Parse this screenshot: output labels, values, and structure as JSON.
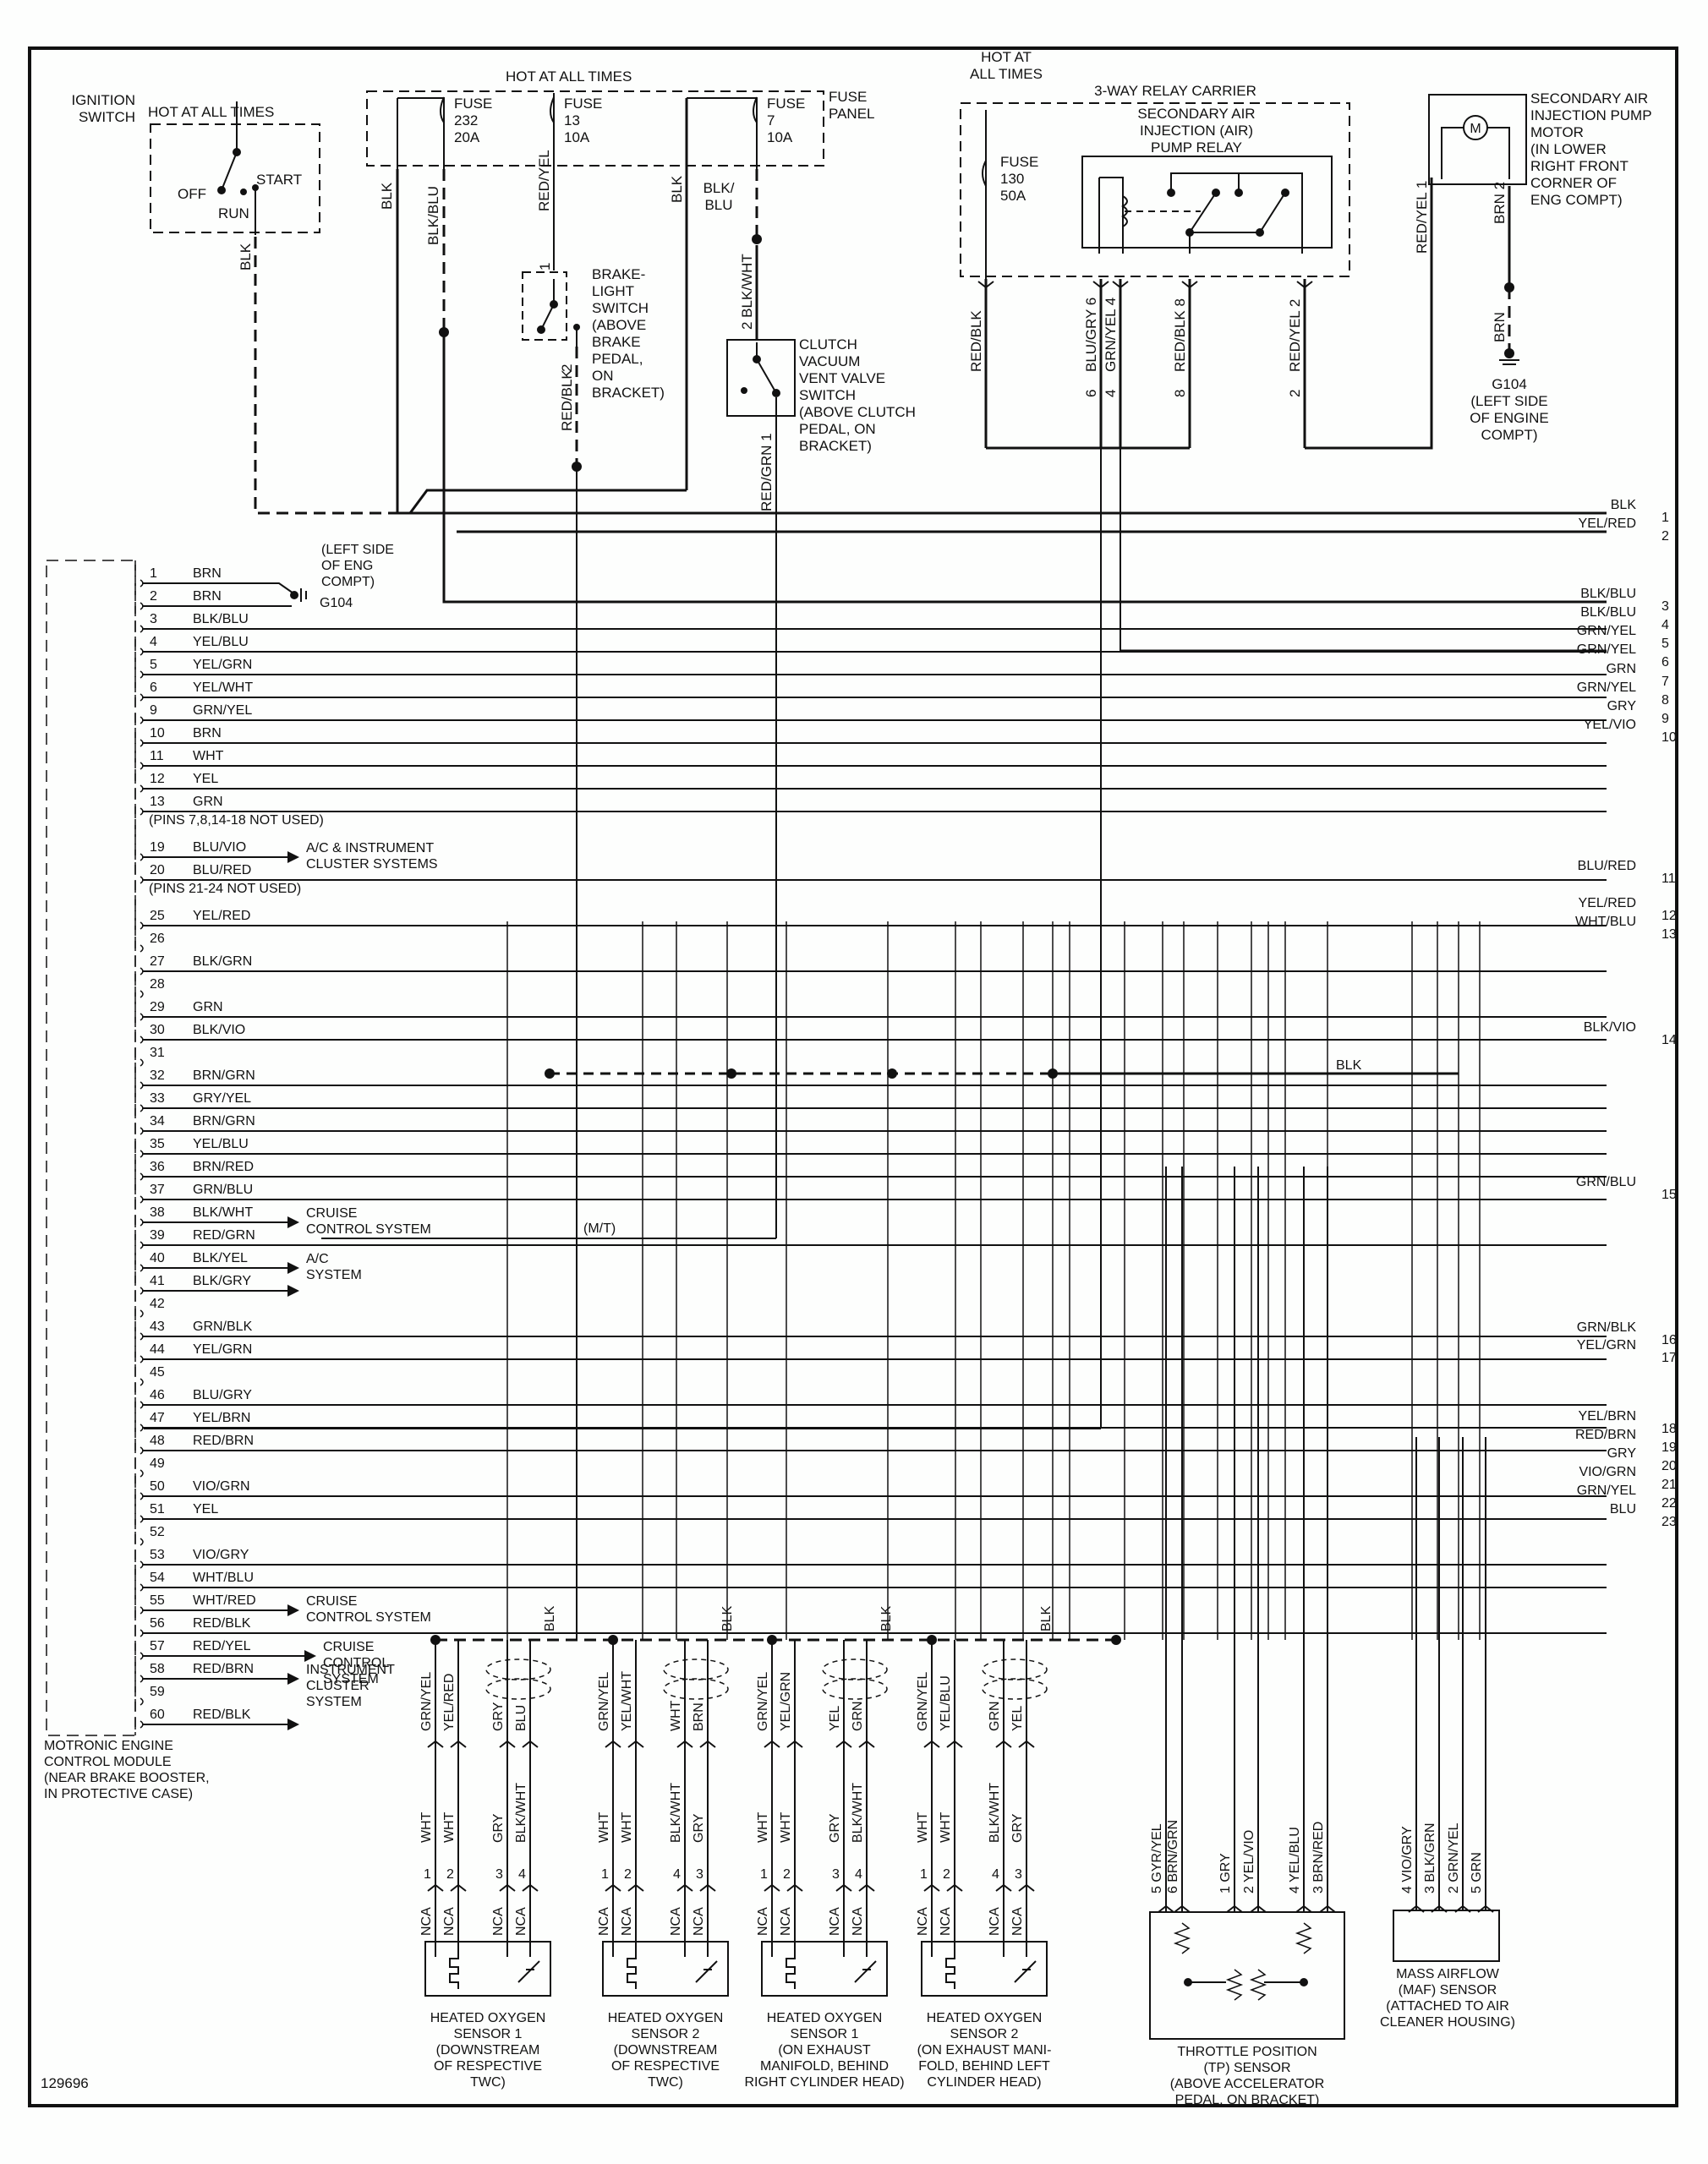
{
  "diagram_id": "129696",
  "top": {
    "ignition_switch": {
      "label": [
        "IGNITION",
        "SWITCH"
      ],
      "hot": "HOT AT ALL TIMES",
      "positions": [
        "OFF",
        "RUN",
        "START"
      ],
      "wire": "BLK"
    },
    "fuse_panel": {
      "hot": "HOT AT ALL TIMES",
      "label": [
        "FUSE",
        "PANEL"
      ],
      "fuses": [
        {
          "name": "FUSE",
          "number": "232",
          "rating": "20A",
          "wires": [
            "BLK",
            "BLK/BLU"
          ]
        },
        {
          "name": "FUSE",
          "number": "13",
          "rating": "10A",
          "wires": [
            "RED/YEL"
          ]
        },
        {
          "name": "FUSE",
          "number": "7",
          "rating": "10A",
          "wires": [
            "BLK",
            "BLK/ BLU"
          ]
        }
      ]
    },
    "brake_switch": {
      "label": [
        "BRAKE-",
        "LIGHT",
        "SWITCH",
        "(ABOVE",
        "BRAKE",
        "PEDAL,",
        "ON",
        "BRACKET)"
      ],
      "pin_in": "1",
      "pin_out": "2",
      "wire_out": "RED/BLK"
    },
    "clutch_switch": {
      "label": [
        "CLUTCH",
        "VACUUM",
        "VENT VALVE",
        "SWITCH",
        "(ABOVE CLUTCH",
        "PEDAL, ON",
        "BRACKET)"
      ],
      "wire_in": "2 BLK/WHT",
      "wire_out": "RED/GRN 1"
    },
    "relay_carrier": {
      "hot": [
        "HOT AT",
        "ALL TIMES"
      ],
      "title": "3-WAY RELAY CARRIER",
      "relay_label": [
        "SECONDARY AIR",
        "INJECTION (AIR)",
        "PUMP RELAY"
      ],
      "fuse": {
        "name": "FUSE",
        "number": "130",
        "rating": "50A"
      },
      "wires": [
        {
          "color": "RED/BLK",
          "pin": ""
        },
        {
          "color": "BLU/GRY",
          "pin": "6"
        },
        {
          "color": "GRN/YEL",
          "pin": "4"
        },
        {
          "color": "RED/BLK",
          "pin": "8"
        },
        {
          "color": "RED/YEL",
          "pin": "2"
        }
      ]
    },
    "air_pump_motor": {
      "label": [
        "SECONDARY AIR",
        "INJECTION PUMP",
        "MOTOR",
        "(IN LOWER",
        "RIGHT FRONT",
        "CORNER OF",
        "ENG COMPT)"
      ],
      "symbol": "M",
      "wires": [
        {
          "color": "RED/YEL",
          "pin": "1"
        },
        {
          "color": "BRN",
          "pin": "2"
        }
      ],
      "ground_wire": "BRN",
      "ground": [
        "G104",
        "(LEFT SIDE",
        "OF ENGINE",
        "COMPT)"
      ]
    }
  },
  "ecm": {
    "label": [
      "MOTRONIC ENGINE",
      "CONTROL MODULE",
      "(NEAR BRAKE BOOSTER,",
      "IN PROTECTIVE CASE)"
    ],
    "ground_note": [
      "(LEFT SIDE",
      "OF ENG",
      "COMPT)",
      "G104"
    ],
    "pins": [
      {
        "pin": "1",
        "color": "BRN"
      },
      {
        "pin": "2",
        "color": "BRN"
      },
      {
        "pin": "3",
        "color": "BLK/BLU"
      },
      {
        "pin": "4",
        "color": "YEL/BLU"
      },
      {
        "pin": "5",
        "color": "YEL/GRN"
      },
      {
        "pin": "6",
        "color": "YEL/WHT"
      },
      {
        "pin": "9",
        "color": "GRN/YEL"
      },
      {
        "pin": "10",
        "color": "BRN"
      },
      {
        "pin": "11",
        "color": "WHT"
      },
      {
        "pin": "12",
        "color": "YEL"
      },
      {
        "pin": "13",
        "color": "GRN"
      },
      {
        "note": "(PINS 7,8,14-18 NOT USED)"
      },
      {
        "pin": "19",
        "color": "BLU/VIO"
      },
      {
        "pin": "20",
        "color": "BLU/RED"
      },
      {
        "note": "(PINS 21-24 NOT USED)"
      },
      {
        "pin": "25",
        "color": "YEL/RED"
      },
      {
        "pin": "26",
        "color": ""
      },
      {
        "pin": "27",
        "color": "BLK/GRN"
      },
      {
        "pin": "28",
        "color": ""
      },
      {
        "pin": "29",
        "color": "GRN"
      },
      {
        "pin": "30",
        "color": "BLK/VIO"
      },
      {
        "pin": "31",
        "color": ""
      },
      {
        "pin": "32",
        "color": "BRN/GRN"
      },
      {
        "pin": "33",
        "color": "GRY/YEL"
      },
      {
        "pin": "34",
        "color": "BRN/GRN"
      },
      {
        "pin": "35",
        "color": "YEL/BLU"
      },
      {
        "pin": "36",
        "color": "BRN/RED"
      },
      {
        "pin": "37",
        "color": "GRN/BLU"
      },
      {
        "pin": "38",
        "color": "BLK/WHT"
      },
      {
        "pin": "39",
        "color": "RED/GRN"
      },
      {
        "pin": "40",
        "color": "BLK/YEL"
      },
      {
        "pin": "41",
        "color": "BLK/GRY"
      },
      {
        "pin": "42",
        "color": ""
      },
      {
        "pin": "43",
        "color": "GRN/BLK"
      },
      {
        "pin": "44",
        "color": "YEL/GRN"
      },
      {
        "pin": "45",
        "color": ""
      },
      {
        "pin": "46",
        "color": "BLU/GRY"
      },
      {
        "pin": "47",
        "color": "YEL/BRN"
      },
      {
        "pin": "48",
        "color": "RED/BRN"
      },
      {
        "pin": "49",
        "color": ""
      },
      {
        "pin": "50",
        "color": "VIO/GRN"
      },
      {
        "pin": "51",
        "color": "YEL"
      },
      {
        "pin": "52",
        "color": ""
      },
      {
        "pin": "53",
        "color": "VIO/GRY"
      },
      {
        "pin": "54",
        "color": "WHT/BLU"
      },
      {
        "pin": "55",
        "color": "WHT/RED"
      },
      {
        "pin": "56",
        "color": "RED/BLK"
      },
      {
        "pin": "57",
        "color": "RED/YEL"
      },
      {
        "pin": "58",
        "color": "RED/BRN"
      },
      {
        "pin": "59",
        "color": ""
      },
      {
        "pin": "60",
        "color": "RED/BLK"
      }
    ],
    "destinations": [
      {
        "pins": [
          "19",
          "20"
        ],
        "label": [
          "A/C & INSTRUMENT",
          "CLUSTER SYSTEMS"
        ]
      },
      {
        "pins": [
          "38",
          "39"
        ],
        "label": [
          "CRUISE",
          "CONTROL SYSTEM"
        ]
      },
      {
        "pins": [
          "40",
          "41"
        ],
        "label": [
          "A/C",
          "SYSTEM"
        ]
      },
      {
        "pins": [
          "55",
          "56"
        ],
        "label": [
          "CRUISE",
          "CONTROL SYSTEM"
        ]
      },
      {
        "pins": [
          "57"
        ],
        "label": [
          "CRUISE",
          "CONTROL",
          "SYSTEM"
        ]
      },
      {
        "pins": [
          "58",
          "60"
        ],
        "label": [
          "INSTRUMENT",
          "CLUSTER",
          "SYSTEM"
        ]
      }
    ],
    "mt_note": "(M/T)"
  },
  "right_connector": {
    "wires": [
      {
        "num": "1",
        "color": "BLK"
      },
      {
        "num": "2",
        "color": "YEL/RED"
      },
      {
        "num": "3",
        "color": "BLK/BLU"
      },
      {
        "num": "4",
        "color": "BLK/BLU"
      },
      {
        "num": "5",
        "color": "GRN/YEL"
      },
      {
        "num": "6",
        "color": "GRN/YEL"
      },
      {
        "num": "7",
        "color": "GRN"
      },
      {
        "num": "8",
        "color": "GRN/YEL"
      },
      {
        "num": "9",
        "color": "GRY"
      },
      {
        "num": "10",
        "color": "YEL/VIO"
      },
      {
        "num": "11",
        "color": "BLU/RED"
      },
      {
        "num": "12",
        "color": "YEL/RED"
      },
      {
        "num": "13",
        "color": "WHT/BLU"
      },
      {
        "num": "14",
        "color": "BLK/VIO"
      },
      {
        "num": "15",
        "color": "GRN/BLU"
      },
      {
        "num": "16",
        "color": "GRN/BLK"
      },
      {
        "num": "17",
        "color": "YEL/GRN"
      },
      {
        "num": "18",
        "color": "YEL/BRN"
      },
      {
        "num": "19",
        "color": "RED/BRN"
      },
      {
        "num": "20",
        "color": "GRY"
      },
      {
        "num": "21",
        "color": "VIO/GRN"
      },
      {
        "num": "22",
        "color": "GRN/YEL"
      },
      {
        "num": "23",
        "color": "BLU"
      }
    ],
    "shield_wire": "BLK"
  },
  "sensors": {
    "o2": [
      {
        "title": [
          "HEATED OXYGEN",
          "SENSOR 1",
          "(DOWNSTREAM",
          "OF RESPECTIVE",
          "TWC)"
        ],
        "upper": [
          "GRN/YEL",
          "YEL/RED",
          "GRY",
          "BLU"
        ],
        "lower": [
          "WHT",
          "WHT",
          "GRY",
          "BLK/WHT"
        ],
        "pins": [
          "1",
          "2",
          "3",
          "4"
        ],
        "shield": "BLK"
      },
      {
        "title": [
          "HEATED OXYGEN",
          "SENSOR 2",
          "(DOWNSTREAM",
          "OF RESPECTIVE",
          "TWC)"
        ],
        "upper": [
          "GRN/YEL",
          "YEL/WHT",
          "WHT",
          "BRN"
        ],
        "lower": [
          "WHT",
          "WHT",
          "BLK/WHT",
          "GRY"
        ],
        "pins": [
          "1",
          "2",
          "4",
          "3"
        ],
        "shield": "BLK"
      },
      {
        "title": [
          "HEATED OXYGEN",
          "SENSOR 1",
          "(ON EXHAUST",
          "MANIFOLD, BEHIND",
          "RIGHT CYLINDER HEAD)"
        ],
        "upper": [
          "GRN/YEL",
          "YEL/GRN",
          "YEL",
          "GRN"
        ],
        "lower": [
          "WHT",
          "WHT",
          "GRY",
          "BLK/WHT"
        ],
        "pins": [
          "1",
          "2",
          "3",
          "4"
        ],
        "shield": "BLK"
      },
      {
        "title": [
          "HEATED OXYGEN",
          "SENSOR 2",
          "(ON EXHAUST MANI-",
          "FOLD, BEHIND LEFT",
          "CYLINDER HEAD)"
        ],
        "upper": [
          "GRN/YEL",
          "YEL/BLU",
          "GRN",
          "YEL"
        ],
        "lower": [
          "WHT",
          "WHT",
          "BLK/WHT",
          "GRY"
        ],
        "pins": [
          "1",
          "2",
          "4",
          "3"
        ],
        "shield": "BLK"
      }
    ],
    "nca": "NCA",
    "tp": {
      "title": [
        "THROTTLE POSITION",
        "(TP) SENSOR",
        "(ABOVE ACCELERATOR",
        "PEDAL, ON BRACKET)"
      ],
      "wires": [
        {
          "pin": "5",
          "color": "GYR/YEL"
        },
        {
          "pin": "6",
          "color": "BRN/GRN"
        },
        {
          "pin": "1",
          "color": "GRY"
        },
        {
          "pin": "2",
          "color": "YEL/VIO"
        },
        {
          "pin": "4",
          "color": "YEL/BLU"
        },
        {
          "pin": "3",
          "color": "BRN/RED"
        }
      ]
    },
    "maf": {
      "title": [
        "MASS AIRFLOW",
        "(MAF) SENSOR",
        "(ATTACHED TO AIR",
        "CLEANER HOUSING)"
      ],
      "wires": [
        {
          "pin": "4",
          "color": "VIO/GRY"
        },
        {
          "pin": "3",
          "color": "BLK/GRN"
        },
        {
          "pin": "2",
          "color": "GRN/YEL"
        },
        {
          "pin": "5",
          "color": "GRN"
        }
      ]
    }
  }
}
